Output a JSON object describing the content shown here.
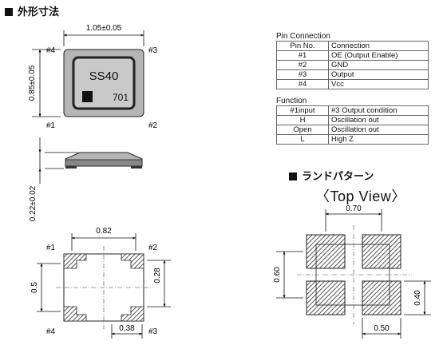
{
  "section_outline": {
    "title": "外形寸法"
  },
  "section_land": {
    "title": "ランドパターン",
    "view_label": "〈Top View〉"
  },
  "outline": {
    "top_width": "1.05±0.05",
    "top_height": "0.85±0.05",
    "marking_line1": "SS40",
    "marking_line2": "701",
    "side_height": "0.22±0.02",
    "bottom_pitch": "0.82",
    "bottom_height": "0.5",
    "bottom_pad_h": "0.28",
    "bottom_pad_w": "0.38",
    "pin1": "#1",
    "pin2": "#2",
    "pin3": "#3",
    "pin4": "#4"
  },
  "land": {
    "top_width": "0.70",
    "left_height": "0.60",
    "right_height": "0.40",
    "bottom_width": "0.50"
  },
  "pin_table": {
    "title": "Pin Connection",
    "headers": [
      "Pin No.",
      "Connection"
    ],
    "rows": [
      [
        "#1",
        "OE (Output Enable)"
      ],
      [
        "#2",
        "GND"
      ],
      [
        "#3",
        "Output"
      ],
      [
        "#4",
        "Vcc"
      ]
    ]
  },
  "function_table": {
    "title": "Function",
    "rows": [
      [
        "#1input",
        "#3 Output condition"
      ],
      [
        "H",
        "Oscillation out"
      ],
      [
        "Open",
        "Oscillation out"
      ],
      [
        "L",
        "High Z"
      ]
    ]
  },
  "colors": {
    "package": "#b5b5b5",
    "package_dark": "#333333",
    "marking_face": "#c9c9c9",
    "hatch": "#555555"
  }
}
